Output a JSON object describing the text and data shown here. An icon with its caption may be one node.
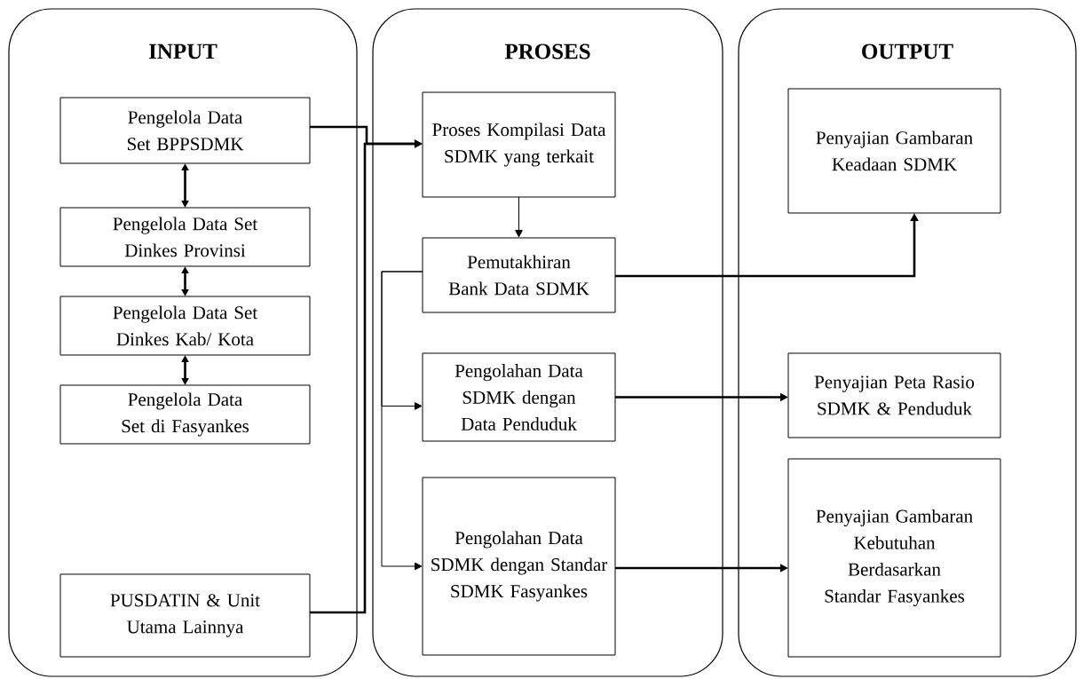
{
  "diagram": {
    "nodes": [
      {
        "text": [
          "INPUT"
        ]
      },
      {
        "text": [
          "Pengelola Data Set BPPSDMK"
        ],
        "in": 0
      },
      {
        "text": [
          "Pengelola Data Set Dinkes Provinsi"
        ],
        "in": 0
      },
      {
        "text": [
          "Pengelola Data Set Dinkes Kab/ Kota"
        ],
        "in": 0
      },
      {
        "text": [
          "Pengelola Data Set di Fasyankes"
        ],
        "in": 0
      },
      {
        "text": [
          "PUSDATIN & Unit Utama Lainnya"
        ],
        "in": 0
      },
      {
        "text": [
          "PROSES"
        ]
      },
      {
        "text": [
          "Proses Kompilasi Data SDMK yang terkait"
        ],
        "in": 6
      },
      {
        "text": [
          "Pemutakhiran Bank Data SDMK"
        ],
        "in": 6
      },
      {
        "text": [
          "Pengolahan Data SDMK dengan Data Penduduk"
        ],
        "in": 6
      },
      {
        "text": [
          "Pengolahan Data SDMK dengan Standar SDMK Fasyankes"
        ],
        "in": 6
      },
      {
        "text": [
          "OUTPUT"
        ]
      },
      {
        "text": [
          "Penyajian Gambaran Keadaan SDMK"
        ],
        "in": 11
      },
      {
        "text": [
          "Penyajian Peta Rasio SDMK & Penduduk"
        ],
        "in": 11
      },
      {
        "text": [
          "Penyajian Gambaran Kebutuhan Berdasarkan Standar Fasyankes"
        ],
        "in": 11
      }
    ],
    "edges": [
      {
        "from": 1,
        "to": 7,
        "arrow": "to"
      },
      {
        "from": 5,
        "to": 7,
        "arrow": "to"
      },
      {
        "from": 1,
        "to": 2,
        "arrow": "both"
      },
      {
        "from": 2,
        "to": 3,
        "arrow": "both"
      },
      {
        "from": 3,
        "to": 4,
        "arrow": "both"
      },
      {
        "from": 7,
        "to": 8,
        "arrow": "to"
      },
      {
        "from": 8,
        "to": 12,
        "arrow": "to"
      },
      {
        "from": 8,
        "to": 9,
        "arrow": "to"
      },
      {
        "from": 8,
        "to": 10,
        "arrow": "to"
      },
      {
        "from": 9,
        "to": 13,
        "arrow": "to"
      },
      {
        "from": 10,
        "to": 14,
        "arrow": "to"
      }
    ]
  }
}
